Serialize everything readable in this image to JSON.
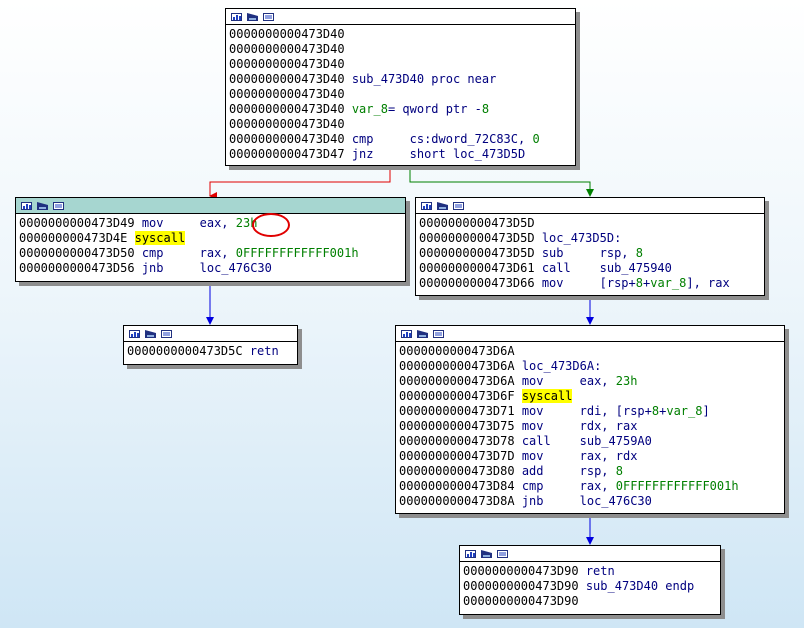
{
  "colors": {
    "edge_false": "#e00000",
    "edge_true": "#008000",
    "edge_flow": "#0000e0",
    "mnemonic": "#00007f",
    "number": "#007f00",
    "highlight": "#ffff00",
    "title_selected": "#a6d6d0"
  },
  "icons": [
    "graph-color-icon",
    "graph-collapse-icon",
    "graph-list-icon"
  ],
  "nodes": [
    {
      "id": "sub_473d40",
      "lines": [
        [
          {
            "t": "0000000000473D40",
            "c": "addr"
          }
        ],
        [
          {
            "t": "0000000000473D40",
            "c": "addr"
          }
        ],
        [
          {
            "t": "0000000000473D40",
            "c": "addr"
          }
        ],
        [
          {
            "t": "0000000000473D40 ",
            "c": "addr"
          },
          {
            "t": "sub_473D40 proc near",
            "c": "name"
          }
        ],
        [
          {
            "t": "0000000000473D40",
            "c": "addr"
          }
        ],
        [
          {
            "t": "0000000000473D40 ",
            "c": "addr"
          },
          {
            "t": "var_8",
            "c": "var"
          },
          {
            "t": "= qword ptr -",
            "c": "name"
          },
          {
            "t": "8",
            "c": "num"
          }
        ],
        [
          {
            "t": "0000000000473D40",
            "c": "addr"
          }
        ],
        [
          {
            "t": "0000000000473D40 ",
            "c": "addr"
          },
          {
            "t": "cmp     cs:dword_72C83C, ",
            "c": "name"
          },
          {
            "t": "0",
            "c": "num"
          }
        ],
        [
          {
            "t": "0000000000473D47 ",
            "c": "addr"
          },
          {
            "t": "jnz     short loc_473D5D",
            "c": "name"
          }
        ]
      ]
    },
    {
      "id": "block_473d49",
      "lines": [
        [
          {
            "t": "0000000000473D49 ",
            "c": "addr"
          },
          {
            "t": "mov     eax, ",
            "c": "name"
          },
          {
            "t": "23h",
            "c": "num"
          }
        ],
        [
          {
            "t": "000000000473D4E ",
            "c": "addr sel"
          },
          {
            "t": "syscall",
            "c": "hl"
          }
        ],
        [
          {
            "t": "0000000000473D50 ",
            "c": "addr"
          },
          {
            "t": "cmp     rax, ",
            "c": "name"
          },
          {
            "t": "0FFFFFFFFFFFF001h",
            "c": "num"
          }
        ],
        [
          {
            "t": "0000000000473D56 ",
            "c": "addr"
          },
          {
            "t": "jnb     loc_476C30",
            "c": "name"
          }
        ]
      ]
    },
    {
      "id": "loc_473d5d",
      "lines": [
        [
          {
            "t": "0000000000473D5D",
            "c": "addr"
          }
        ],
        [
          {
            "t": "0000000000473D5D ",
            "c": "addr"
          },
          {
            "t": "loc_473D5D:",
            "c": "name"
          }
        ],
        [
          {
            "t": "0000000000473D5D ",
            "c": "addr"
          },
          {
            "t": "sub     rsp, ",
            "c": "name"
          },
          {
            "t": "8",
            "c": "num"
          }
        ],
        [
          {
            "t": "0000000000473D61 ",
            "c": "addr"
          },
          {
            "t": "call    sub_475940",
            "c": "name"
          }
        ],
        [
          {
            "t": "0000000000473D66 ",
            "c": "addr"
          },
          {
            "t": "mov     [rsp+",
            "c": "name"
          },
          {
            "t": "8",
            "c": "num"
          },
          {
            "t": "+",
            "c": "name"
          },
          {
            "t": "var_8",
            "c": "var"
          },
          {
            "t": "], rax",
            "c": "name"
          }
        ]
      ]
    },
    {
      "id": "retn_473d5c",
      "lines": [
        [
          {
            "t": "0000000000473D5C ",
            "c": "addr"
          },
          {
            "t": "retn",
            "c": "name"
          }
        ]
      ]
    },
    {
      "id": "loc_473d6a",
      "lines": [
        [
          {
            "t": "0000000000473D6A",
            "c": "addr"
          }
        ],
        [
          {
            "t": "0000000000473D6A ",
            "c": "addr"
          },
          {
            "t": "loc_473D6A:",
            "c": "name"
          }
        ],
        [
          {
            "t": "0000000000473D6A ",
            "c": "addr"
          },
          {
            "t": "mov     eax, ",
            "c": "name"
          },
          {
            "t": "23h",
            "c": "num"
          }
        ],
        [
          {
            "t": "0000000000473D6F ",
            "c": "addr"
          },
          {
            "t": "syscall",
            "c": "hl"
          }
        ],
        [
          {
            "t": "0000000000473D71 ",
            "c": "addr"
          },
          {
            "t": "mov     rdi, [rsp+",
            "c": "name"
          },
          {
            "t": "8",
            "c": "num"
          },
          {
            "t": "+",
            "c": "name"
          },
          {
            "t": "var_8",
            "c": "var"
          },
          {
            "t": "]",
            "c": "name"
          }
        ],
        [
          {
            "t": "0000000000473D75 ",
            "c": "addr"
          },
          {
            "t": "mov     rdx, rax",
            "c": "name"
          }
        ],
        [
          {
            "t": "0000000000473D78 ",
            "c": "addr"
          },
          {
            "t": "call    sub_4759A0",
            "c": "name"
          }
        ],
        [
          {
            "t": "0000000000473D7D ",
            "c": "addr"
          },
          {
            "t": "mov     rax, rdx",
            "c": "name"
          }
        ],
        [
          {
            "t": "0000000000473D80 ",
            "c": "addr"
          },
          {
            "t": "add     rsp, ",
            "c": "name"
          },
          {
            "t": "8",
            "c": "num"
          }
        ],
        [
          {
            "t": "0000000000473D84 ",
            "c": "addr"
          },
          {
            "t": "cmp     rax, ",
            "c": "name"
          },
          {
            "t": "0FFFFFFFFFFFF001h",
            "c": "num"
          }
        ],
        [
          {
            "t": "0000000000473D8A ",
            "c": "addr"
          },
          {
            "t": "jnb     loc_476C30",
            "c": "name"
          }
        ]
      ]
    },
    {
      "id": "retn_473d90",
      "lines": [
        [
          {
            "t": "0000000000473D90 ",
            "c": "addr"
          },
          {
            "t": "retn",
            "c": "name"
          }
        ],
        [
          {
            "t": "0000000000473D90 ",
            "c": "addr"
          },
          {
            "t": "sub_473D40 endp",
            "c": "name"
          }
        ],
        [
          {
            "t": "0000000000473D90",
            "c": "addr"
          }
        ]
      ]
    }
  ]
}
